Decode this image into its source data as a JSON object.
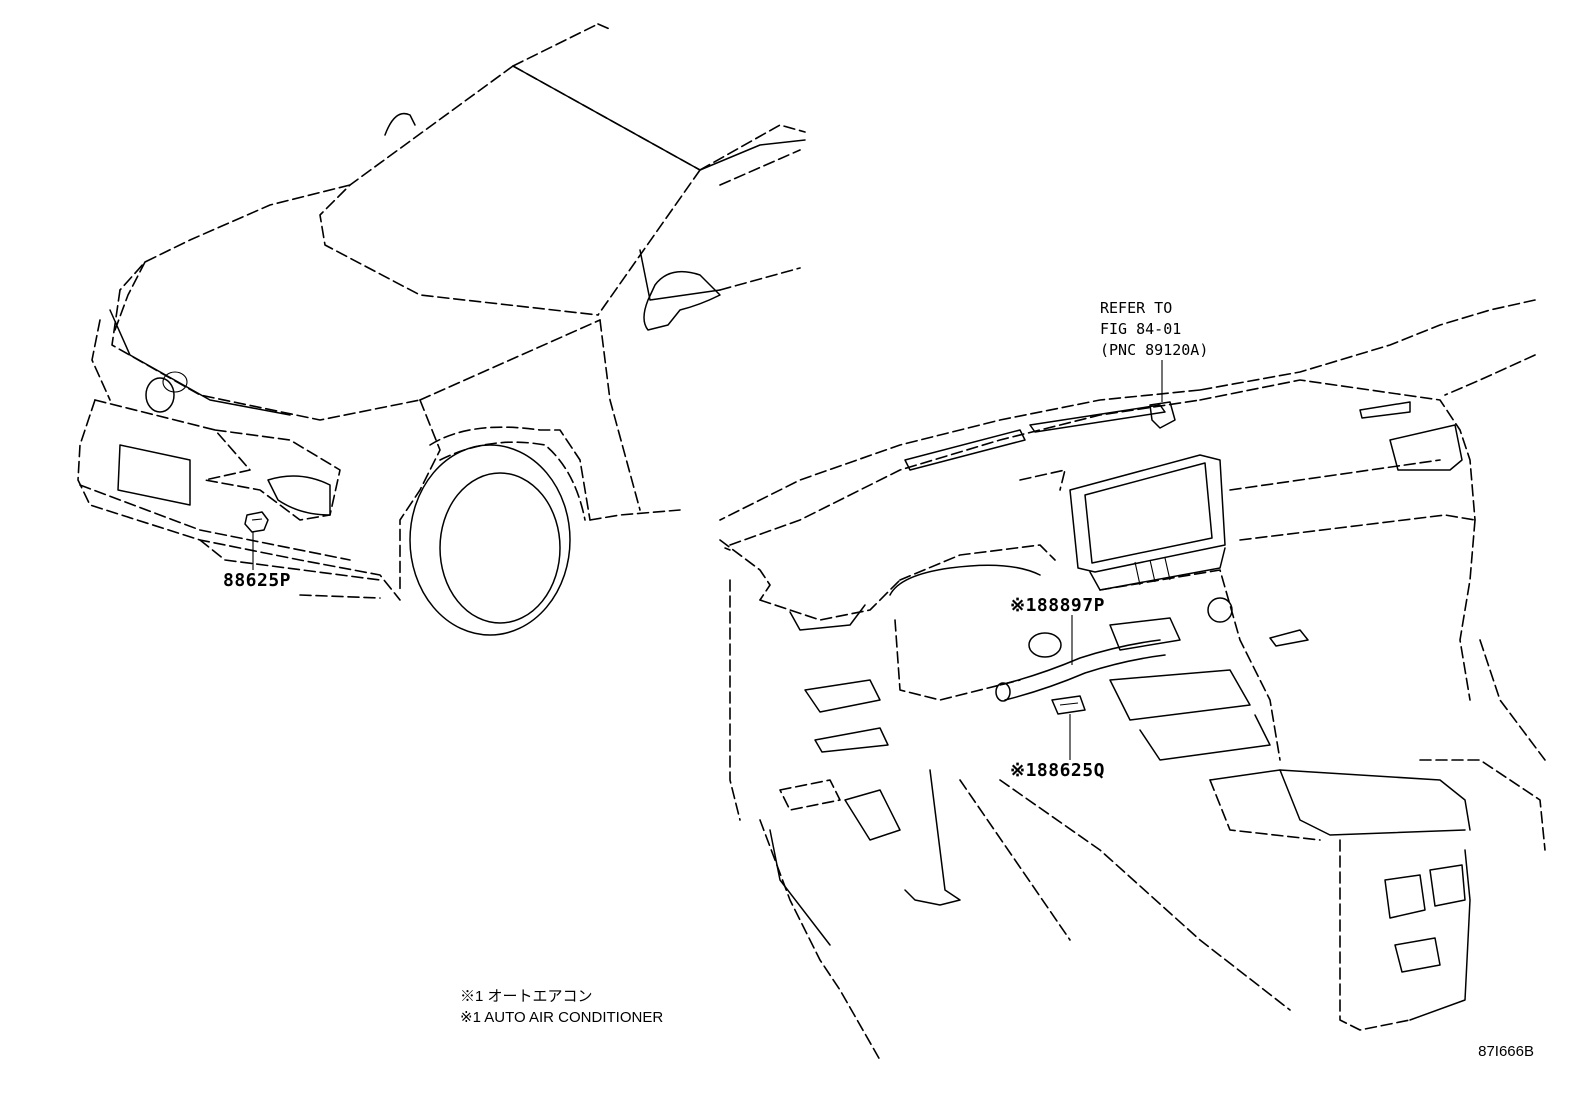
{
  "parts": {
    "front_sensor": "88625P",
    "aspirator_hose": "※188897P",
    "cabin_sensor": "※188625Q"
  },
  "reference": {
    "line1": "REFER TO",
    "line2": "FIG 84-01",
    "line3": "(PNC 89120A)"
  },
  "notes": {
    "note_jp": "※1 オートエアコン",
    "note_en": "※1 AUTO AIR CONDITIONER"
  },
  "figure_id": "87I666B"
}
